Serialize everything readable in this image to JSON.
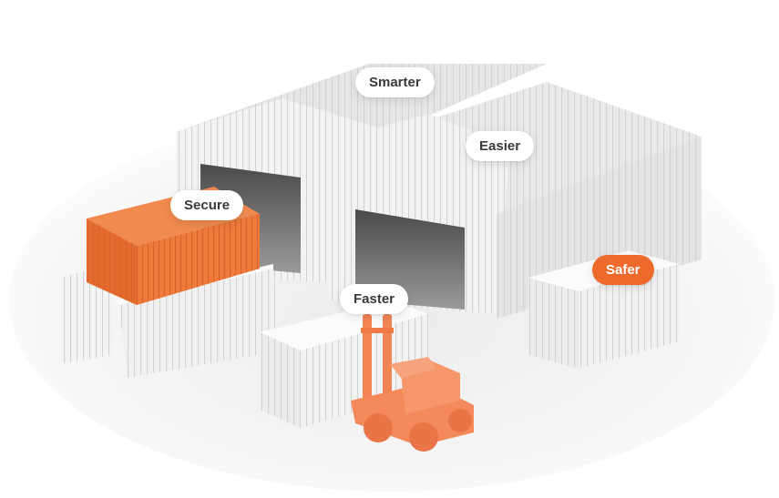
{
  "labels": {
    "smarter": "Smarter",
    "easier": "Easier",
    "secure": "Secure",
    "faster": "Faster",
    "safer": "Safer"
  },
  "colors": {
    "accent": "#ee6a2c",
    "orange_container": "#ef7a3c",
    "forklift": "#f48a5c",
    "white_container": "#f1f1f1",
    "warehouse": "#ededed"
  }
}
